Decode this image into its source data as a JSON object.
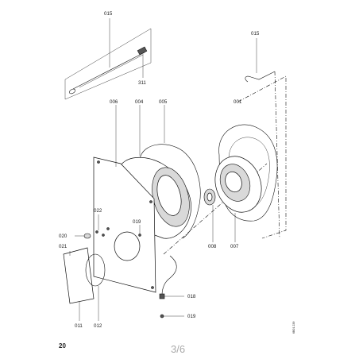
{
  "labels": {
    "l015_top": "015",
    "l311": "311",
    "l015_right": "015",
    "l006": "006",
    "l004": "004",
    "l005": "005",
    "l001": "001",
    "l022": "022",
    "l019_a": "019",
    "l020": "020",
    "l021": "021",
    "l008": "008",
    "l007": "007",
    "l018": "018",
    "l019_b": "019",
    "l011": "011",
    "l012": "012"
  },
  "footer": {
    "page_number": "20",
    "pager": "3/6",
    "drawing_code": "6B01 239"
  }
}
